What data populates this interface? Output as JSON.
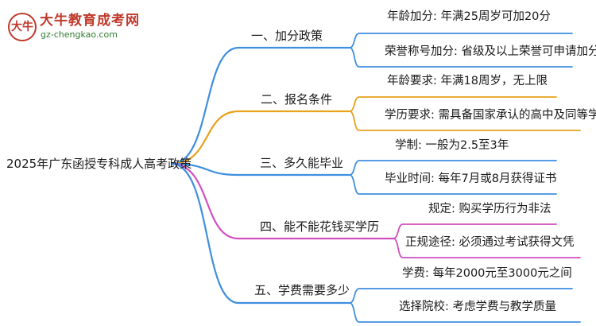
{
  "logo": {
    "badge": "大牛",
    "title": "大牛教育成考网",
    "url": "gz-chengkao.com"
  },
  "mindmap": {
    "root": "2025年广东函授专科成人高考政策",
    "branches": [
      {
        "label": "一、加分政策",
        "color": "#3f8fe0",
        "leaves": [
          "年龄加分: 年满25周岁可加20分",
          "荣誉称号加分: 省级及以上荣誉可申请加分"
        ]
      },
      {
        "label": "二、报名条件",
        "color": "#e8a21c",
        "leaves": [
          "年龄要求: 年满18周岁，无上限",
          "学历要求: 需具备国家承认的高中及同等学历"
        ]
      },
      {
        "label": "三、多久能毕业",
        "color": "#3f8fe0",
        "leaves": [
          "学制: 一般为2.5至3年",
          "毕业时间: 每年7月或8月获得证书"
        ]
      },
      {
        "label": "四、能不能花钱买学历",
        "color": "#d14fbf",
        "leaves": [
          "规定: 购买学历行为非法",
          "正规途径: 必须通过考试获得文凭"
        ]
      },
      {
        "label": "五、学费需要多少",
        "color": "#3f8fe0",
        "leaves": [
          "学费: 每年2000元至3000元之间",
          "选择院校: 考虑学费与教学质量"
        ]
      }
    ]
  }
}
